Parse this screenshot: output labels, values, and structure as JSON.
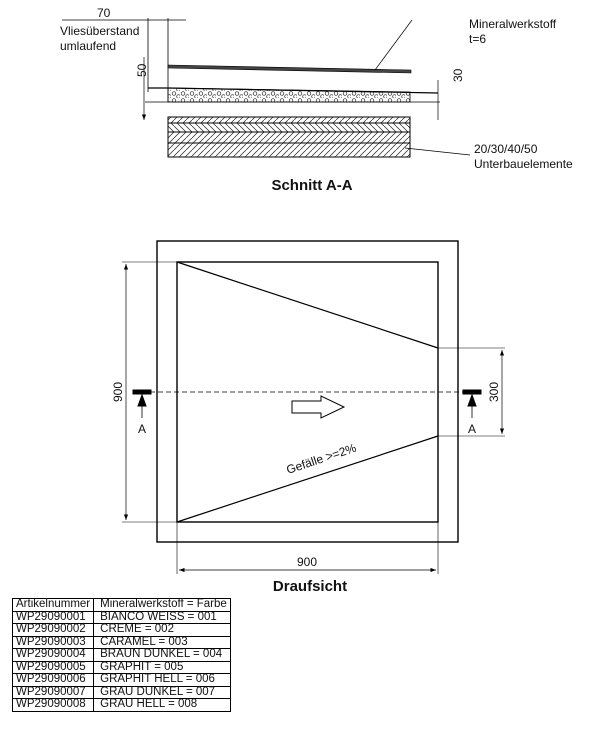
{
  "section": {
    "title": "Schnitt A-A",
    "dim_overhang": "70",
    "label_overhang_1": "Vliesüberstand",
    "label_overhang_2": "umlaufend",
    "dim_left_height": "50",
    "dim_right_height": "30",
    "label_material_1": "Mineralwerkstoff",
    "label_material_2": "t=6",
    "label_base_1": "20/30/40/50",
    "label_base_2": "Unterbauelemente"
  },
  "plan": {
    "title": "Draufsicht",
    "dim_height": "900",
    "dim_width": "900",
    "dim_drain": "300",
    "slope_label": "Gefälle >=2%",
    "section_marker_left": "A",
    "section_marker_right": "A"
  },
  "table": {
    "headers": [
      "Artikelnummer",
      "Mineralwerkstoff = Farbe"
    ],
    "rows": [
      [
        "WP29090001",
        "BIANCO WEISS = 001"
      ],
      [
        "WP29090002",
        "CREME = 002"
      ],
      [
        "WP29090003",
        "CARAMEL = 003"
      ],
      [
        "WP29090004",
        "BRAUN DUNKEL = 004"
      ],
      [
        "WP29090005",
        "GRAPHIT = 005"
      ],
      [
        "WP29090006",
        "GRAPHIT HELL = 006"
      ],
      [
        "WP29090007",
        "GRAU DUNKEL = 007"
      ],
      [
        "WP29090008",
        "GRAU HELL = 008"
      ]
    ]
  }
}
